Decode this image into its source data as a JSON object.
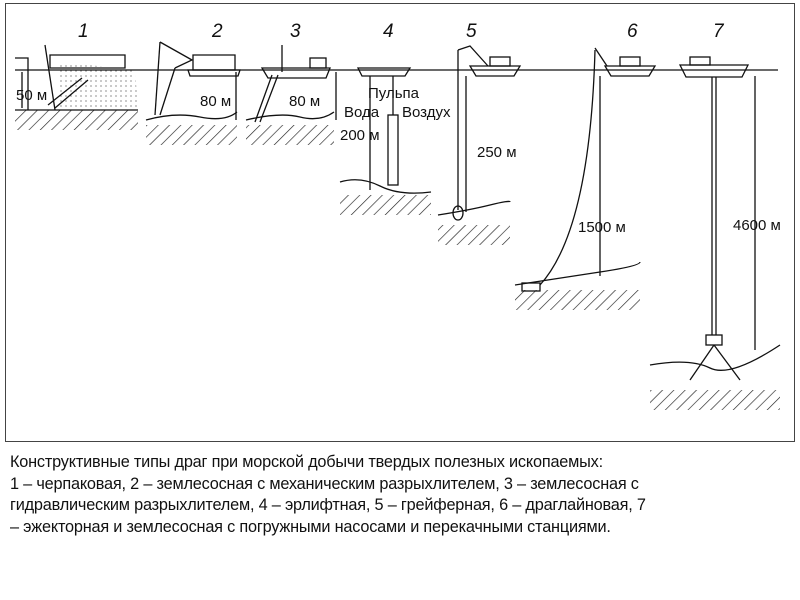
{
  "figure": {
    "numbers": [
      "1",
      "2",
      "3",
      "4",
      "5",
      "6",
      "7"
    ],
    "depths": [
      "50 м",
      "80 м",
      "80 м",
      "200 м",
      "250 м",
      "1500 м",
      "4600 м"
    ],
    "airlift_labels": {
      "pulp": "Пульпа",
      "water": "Вода",
      "air": "Воздух"
    }
  },
  "caption": {
    "lines": [
      "Конструктивные типы драг при морской добычи твердых полезных ископаемых:",
      "1 – черпаковая, 2 – землесосная с механическим разрыхлителем, 3 – землесосная с",
      "гидравлическим разрыхлителем, 4 – эрлифтная, 5 – грейферная, 6 – драглайновая, 7",
      "– эжекторная и землесосная с погружными насосами и  перекачными станциями."
    ]
  }
}
